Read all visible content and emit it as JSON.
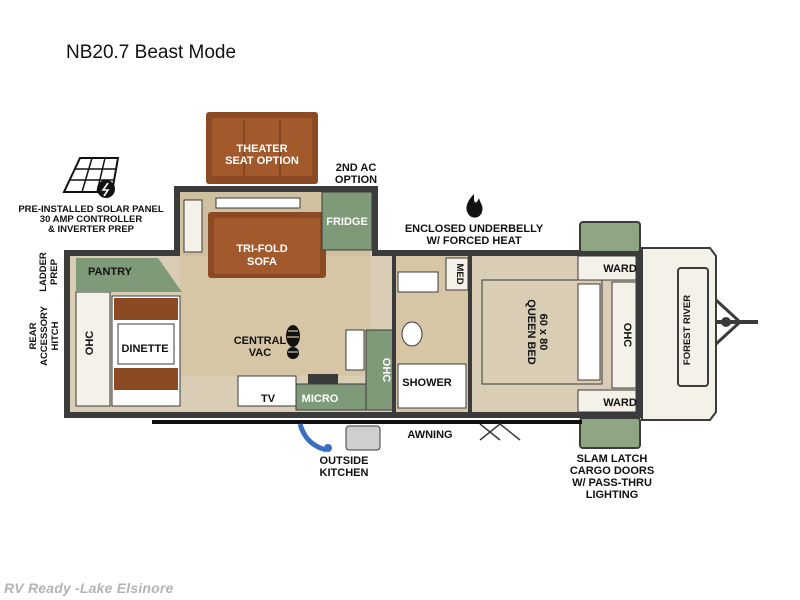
{
  "header": {
    "title": "NB20.7 Beast Mode"
  },
  "watermark": "RV Ready -Lake Elsinore",
  "labels": {
    "theater_seat": [
      "THEATER",
      "SEAT OPTION"
    ],
    "second_ac": [
      "2ND AC",
      "OPTION"
    ],
    "solar": [
      "PRE-INSTALLED SOLAR PANEL",
      "30 AMP CONTROLLER",
      "& INVERTER PREP"
    ],
    "underbelly": [
      "ENCLOSED UNDERBELLY",
      "W/ FORCED HEAT"
    ],
    "fridge": "FRIDGE",
    "sofa": [
      "TRI-FOLD",
      "SOFA"
    ],
    "pantry": "PANTRY",
    "ladder": [
      "LADDER",
      "PREP"
    ],
    "hitch": [
      "REAR",
      "ACCESSORY",
      "HITCH"
    ],
    "ohc_rear": "OHC",
    "dinette": "DINETTE",
    "central_vac": [
      "CENTRAL",
      "VAC"
    ],
    "tv": "TV",
    "micro": "MICRO",
    "ohc_kitchen": "OHC",
    "med": "MED",
    "shower": "SHOWER",
    "bed": [
      "60 x 80",
      "QUEEN BED"
    ],
    "ward_top": "WARD",
    "ward_bottom": "WARD",
    "ohc_front": "OHC",
    "brand": "FOREST RIVER",
    "awning": "AWNING",
    "outside_kitchen": [
      "OUTSIDE",
      "KITCHEN"
    ],
    "cargo": [
      "SLAM LATCH",
      "CARGO DOORS",
      "W/ PASS-THRU",
      "LIGHTING"
    ]
  },
  "colors": {
    "wall": "#3b3b3b",
    "floor": "#d9cdb6",
    "sage": "#7f9a78",
    "leather": "#8b4a23",
    "trim": "#f3f1e8"
  }
}
